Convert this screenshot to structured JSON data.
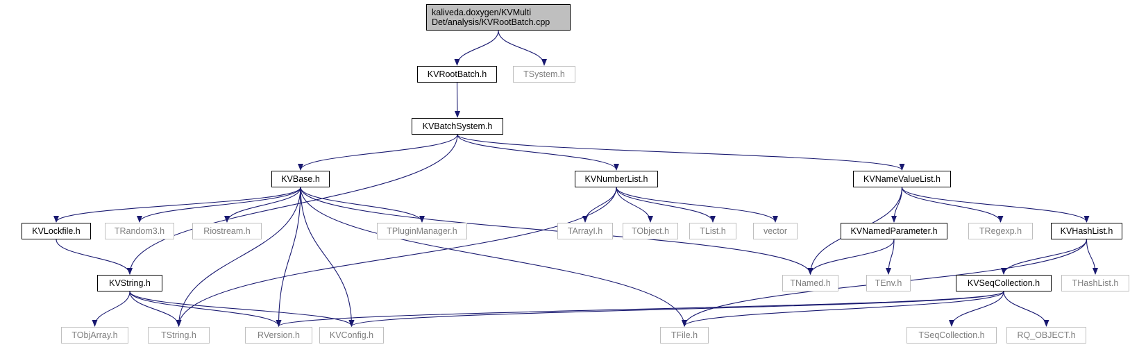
{
  "colors": {
    "edge": "#191970",
    "documented_border": "#000000",
    "undocumented_border": "#bfbfbf",
    "undocumented_text": "#7f7f7f",
    "root_fill": "#bfbfbf"
  },
  "graph": {
    "root": {
      "line1": "kaliveda.doxygen/KVMulti",
      "line2": "Det/analysis/KVRootBatch.cpp"
    },
    "nodes": [
      {
        "id": "kvrootbatch",
        "label": "KVRootBatch.h",
        "documented": true
      },
      {
        "id": "tsystem",
        "label": "TSystem.h",
        "documented": false
      },
      {
        "id": "kvbatchsystem",
        "label": "KVBatchSystem.h",
        "documented": true
      },
      {
        "id": "kvbase",
        "label": "KVBase.h",
        "documented": true
      },
      {
        "id": "kvnumberlist",
        "label": "KVNumberList.h",
        "documented": true
      },
      {
        "id": "kvnamevaluelist",
        "label": "KVNameValueList.h",
        "documented": true
      },
      {
        "id": "kvlockfile",
        "label": "KVLockfile.h",
        "documented": true
      },
      {
        "id": "trandom3",
        "label": "TRandom3.h",
        "documented": false
      },
      {
        "id": "riostream",
        "label": "Riostream.h",
        "documented": false
      },
      {
        "id": "tpluginmanager",
        "label": "TPluginManager.h",
        "documented": false
      },
      {
        "id": "tarrayi",
        "label": "TArrayI.h",
        "documented": false
      },
      {
        "id": "tobject",
        "label": "TObject.h",
        "documented": false
      },
      {
        "id": "tlist",
        "label": "TList.h",
        "documented": false
      },
      {
        "id": "vector",
        "label": "vector",
        "documented": false
      },
      {
        "id": "kvnamedparameter",
        "label": "KVNamedParameter.h",
        "documented": true
      },
      {
        "id": "tregexp",
        "label": "TRegexp.h",
        "documented": false
      },
      {
        "id": "kvhashlist",
        "label": "KVHashList.h",
        "documented": true
      },
      {
        "id": "kvstring",
        "label": "KVString.h",
        "documented": true
      },
      {
        "id": "tnamed",
        "label": "TNamed.h",
        "documented": false
      },
      {
        "id": "tenv",
        "label": "TEnv.h",
        "documented": false
      },
      {
        "id": "kvseqcollection",
        "label": "KVSeqCollection.h",
        "documented": true
      },
      {
        "id": "thashlist",
        "label": "THashList.h",
        "documented": false
      },
      {
        "id": "tobjarray",
        "label": "TObjArray.h",
        "documented": false
      },
      {
        "id": "tstring",
        "label": "TString.h",
        "documented": false
      },
      {
        "id": "rversion",
        "label": "RVersion.h",
        "documented": false
      },
      {
        "id": "kvconfig",
        "label": "KVConfig.h",
        "documented": false
      },
      {
        "id": "tfile",
        "label": "TFile.h",
        "documented": false
      },
      {
        "id": "tseqcollection",
        "label": "TSeqCollection.h",
        "documented": false
      },
      {
        "id": "rq_object",
        "label": "RQ_OBJECT.h",
        "documented": false
      }
    ],
    "edges": [
      [
        "root",
        "kvrootbatch"
      ],
      [
        "root",
        "tsystem"
      ],
      [
        "kvrootbatch",
        "kvbatchsystem"
      ],
      [
        "kvbatchsystem",
        "kvbase"
      ],
      [
        "kvbatchsystem",
        "kvnumberlist"
      ],
      [
        "kvbatchsystem",
        "kvnamevaluelist"
      ],
      [
        "kvbatchsystem",
        "kvstring"
      ],
      [
        "kvbase",
        "kvlockfile"
      ],
      [
        "kvbase",
        "trandom3"
      ],
      [
        "kvbase",
        "riostream"
      ],
      [
        "kvbase",
        "tpluginmanager"
      ],
      [
        "kvbase",
        "tnamed"
      ],
      [
        "kvbase",
        "tstring"
      ],
      [
        "kvbase",
        "rversion"
      ],
      [
        "kvbase",
        "kvconfig"
      ],
      [
        "kvbase",
        "tfile"
      ],
      [
        "kvlockfile",
        "kvstring"
      ],
      [
        "kvstring",
        "tobjarray"
      ],
      [
        "kvstring",
        "tstring"
      ],
      [
        "kvstring",
        "rversion"
      ],
      [
        "kvstring",
        "kvconfig"
      ],
      [
        "kvnumberlist",
        "tarrayi"
      ],
      [
        "kvnumberlist",
        "tobject"
      ],
      [
        "kvnumberlist",
        "tlist"
      ],
      [
        "kvnumberlist",
        "vector"
      ],
      [
        "kvnumberlist",
        "tstring"
      ],
      [
        "kvnamevaluelist",
        "tnamed"
      ],
      [
        "kvnamevaluelist",
        "kvnamedparameter"
      ],
      [
        "kvnamevaluelist",
        "tregexp"
      ],
      [
        "kvnamevaluelist",
        "kvhashlist"
      ],
      [
        "kvnamedparameter",
        "tnamed"
      ],
      [
        "kvnamedparameter",
        "tenv"
      ],
      [
        "kvhashlist",
        "kvseqcollection"
      ],
      [
        "kvhashlist",
        "thashlist"
      ],
      [
        "kvhashlist",
        "tfile"
      ],
      [
        "kvseqcollection",
        "tseqcollection"
      ],
      [
        "kvseqcollection",
        "rq_object"
      ],
      [
        "kvseqcollection",
        "tfile"
      ],
      [
        "kvseqcollection",
        "rversion"
      ],
      [
        "kvseqcollection",
        "kvconfig"
      ]
    ]
  }
}
